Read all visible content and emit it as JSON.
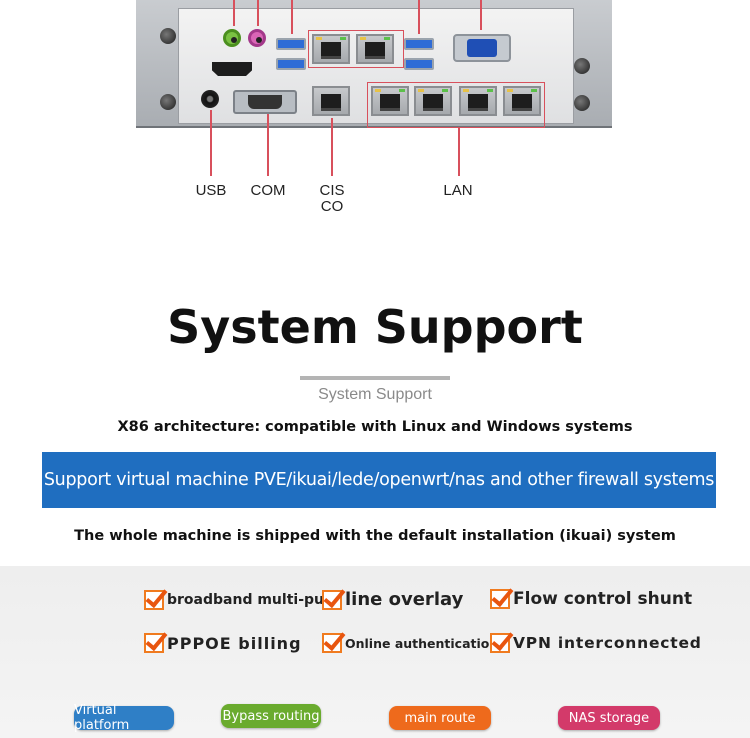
{
  "ports": {
    "usb_label": "USB",
    "com_label": "COM",
    "cisco_label_line1": "CIS",
    "cisco_label_line2": "CO",
    "lan_label": "LAN"
  },
  "heading": {
    "title": "System Support",
    "subtitle": "System Support"
  },
  "info": {
    "line1": "X86 architecture: compatible with Linux and Windows systems",
    "banner": "Support virtual machine PVE/ikuai/lede/openwrt/nas and other firewall systems",
    "line2": "The whole machine is shipped with the default installation (ikuai) system"
  },
  "features": [
    "broadband multi-pull",
    "line overlay",
    "Flow control shunt",
    "PPPOE billing",
    "Online authentication",
    "VPN interconnected"
  ],
  "badges": [
    {
      "label": "Virtual platform",
      "color": "#2f7fc6"
    },
    {
      "label": "Bypass routing",
      "color": "#6aab2e"
    },
    {
      "label": "main route",
      "color": "#ee6a1c"
    },
    {
      "label": "NAS storage",
      "color": "#d33a6a"
    }
  ],
  "colors": {
    "accent_red": "#d8505c",
    "banner_blue": "#1f6ec0",
    "check_orange": "#e8550f"
  }
}
